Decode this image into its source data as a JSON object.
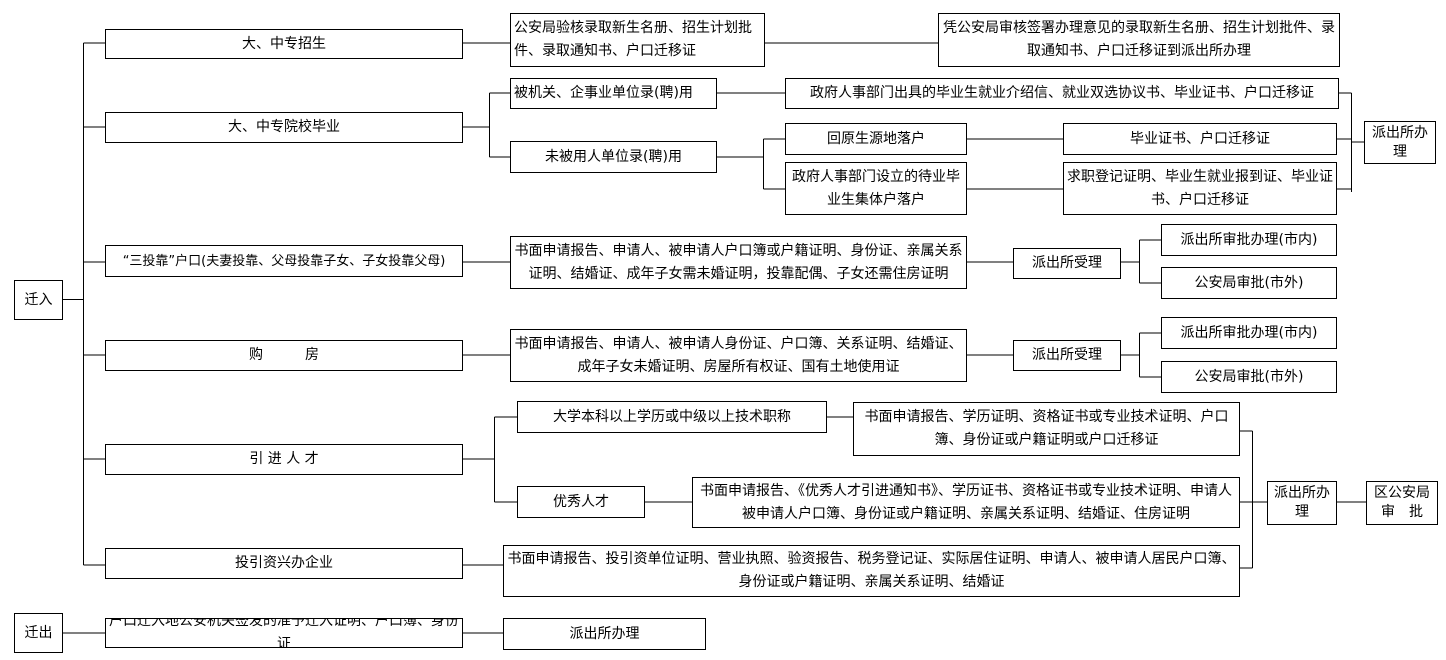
{
  "root": {
    "in": "迁入",
    "out": "迁出"
  },
  "categories": {
    "enroll": "大、中专招生",
    "graduate": "大、中专院校毕业",
    "three": "“三投靠”户口(夫妻投靠、父母投靠子女、子女投靠父母)",
    "house": "购　　　房",
    "talent": "引 进 人 才",
    "invest": "投引资兴办企业"
  },
  "enroll": {
    "docs": "公安局验核录取新生名册、招生计划批件、录取通知书、户口迁移证",
    "final": "凭公安局审核签署办理意见的录取新生名册、招生计划批件、录取通知书、户口迁移证到派出所办理"
  },
  "graduate": {
    "hired": "被机关、企事业单位录(聘)用",
    "hired_docs": "政府人事部门出具的毕业生就业介绍信、就业双选协议书、毕业证书、户口迁移证",
    "unhired": "未被用人单位录(聘)用",
    "return": "回原生源地落户",
    "return_docs": "毕业证书、户口迁移证",
    "collective": "政府人事部门设立的待业毕业生集体户落户",
    "collective_docs": "求职登记证明、毕业生就业报到证、毕业证书、户口迁移证",
    "final": "派出所办　理"
  },
  "three": {
    "docs": "书面申请报告、申请人、被申请人户口簿或户籍证明、身份证、亲属关系证明、结婚证、成年子女需未婚证明，投靠配偶、子女还需住房证明",
    "accept": "派出所受理",
    "local": "派出所审批办理(市内)",
    "outside": "公安局审批(市外)"
  },
  "house": {
    "docs": "书面申请报告、申请人、被申请人身份证、户口簿、关系证明、结婚证、成年子女未婚证明、房屋所有权证、国有土地使用证",
    "accept": "派出所受理",
    "local": "派出所审批办理(市内)",
    "outside": "公安局审批(市外)"
  },
  "talent": {
    "degree": "大学本科以上学历或中级以上技术职称",
    "degree_docs": "书面申请报告、学历证明、资格证书或专业技术证明、户口簿、身份证或户籍证明或户口迁移证",
    "excellent": "优秀人才",
    "excellent_docs": "书面申请报告、《优秀人才引进通知书》、学历证书、资格证书或专业技术证明、申请人被申请人户口簿、身份证或户籍证明、亲属关系证明、结婚证、住房证明"
  },
  "invest": {
    "docs": "书面申请报告、投引资单位证明、营业执照、验资报告、税务登记证、实际居住证明、申请人、被申请人居民户口簿、身份证或户籍证明、亲属关系证明、结婚证"
  },
  "talent_final": {
    "station": "派出所办　理",
    "bureau": "区公安局审　批"
  },
  "moveout": {
    "docs": "户口迁入地公安机关签发的准予迁入证明、户口簿、身份证",
    "handle": "派出所办理"
  },
  "colors": {
    "line": "#000000",
    "box_border": "#000000",
    "background": "#ffffff"
  }
}
